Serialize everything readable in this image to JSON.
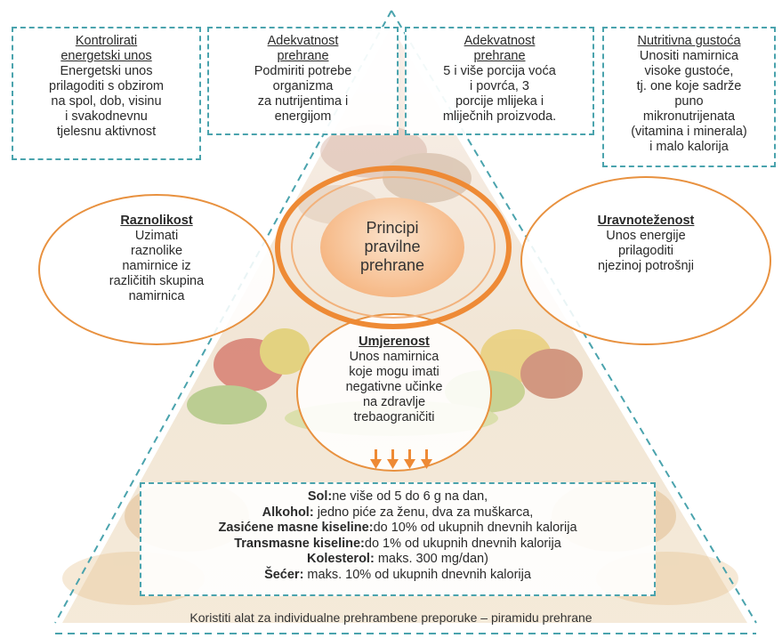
{
  "boxes": [
    {
      "title1": "Kontrolirati",
      "title2": "energetski unos",
      "body": [
        "Energetski unos",
        "prilagoditi s obzirom",
        "na spol, dob, visinu",
        "i svakodnevnu",
        "tjelesnu aktivnost"
      ]
    },
    {
      "title1": "Adekvatnost",
      "title2": "prehrane",
      "body": [
        "Podmiriti potrebe",
        "organizma",
        "za nutrijentima i",
        "energijom"
      ]
    },
    {
      "title1": "Adekvatnost",
      "title2": "prehrane",
      "body": [
        "5 i više porcija voća",
        "i povrća, 3",
        "porcije mlijeka i",
        "mliječnih proizvoda."
      ]
    },
    {
      "title1": "Nutritivna gustoća",
      "title2": "",
      "body": [
        "Unositi namirnica",
        "visoke gustoće,",
        "tj. one koje sadrže",
        "puno",
        "mikronutrijenata",
        "(vitamina i minerala)",
        "i malo kalorija"
      ]
    }
  ],
  "circles": {
    "left": {
      "title": "Raznolikost",
      "body": [
        "Uzimati",
        "raznolike",
        "namirnice iz",
        "različitih skupina",
        "namirnica"
      ]
    },
    "right": {
      "title": "Uravnoteženost",
      "body": [
        "Unos energije",
        "prilagoditi",
        "njezinoj potrošnji"
      ]
    },
    "bottom": {
      "title": "Umjerenost",
      "body": [
        "Unos namirnica",
        "koje mogu imati",
        "negativne učinke",
        "na zdravlje",
        "trebaograničiti"
      ]
    }
  },
  "center": {
    "lines": [
      "Principi",
      "pravilne",
      "prehrane"
    ]
  },
  "limits": [
    {
      "label": "Sol:",
      "text": "ne više od 5 do 6 g na dan,"
    },
    {
      "label": "Alkohol:",
      "text": " jedno piće za ženu, dva za muškarca,"
    },
    {
      "label": "Zasićene masne kiseline:",
      "text": "do 10% od ukupnih dnevnih kalorija"
    },
    {
      "label": "Transmasne kiseline:",
      "text": "do 1% od ukupnih dnevnih kalorija"
    },
    {
      "label": "Kolesterol:",
      "text": " maks. 300 mg/dan)"
    },
    {
      "label": "Šećer:",
      "text": " maks. 10% od ukupnih dnevnih kalorija"
    }
  ],
  "footer": "Koristiti alat za individualne prehrambene preporuke – piramidu prehrane",
  "colors": {
    "accent": "#ee8a35",
    "dash": "#4aa3ad"
  }
}
